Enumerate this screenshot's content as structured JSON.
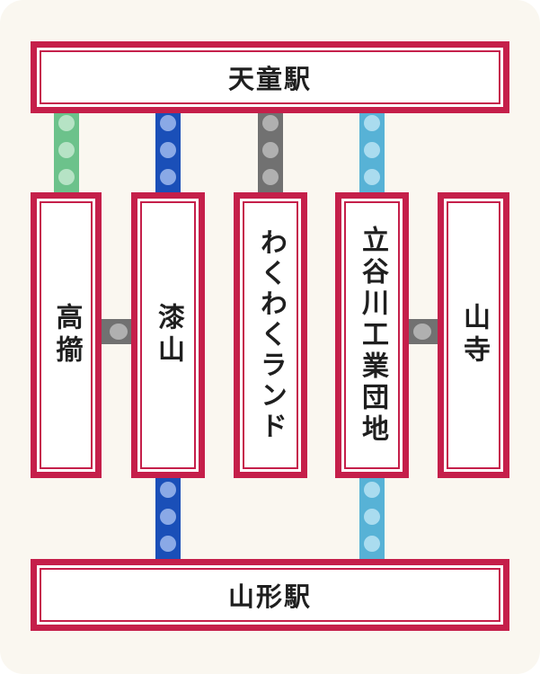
{
  "stations": {
    "tendo": "天童駅",
    "yamagata": "山形駅",
    "takatama": "高擶",
    "urushiyama": "漆山",
    "wakuwaku": "わくわくランド",
    "tachiyagawa": "立谷川工業団地",
    "yamadera": "山寺"
  },
  "colors": {
    "border": "#c51f4a",
    "green": "#6cc28b",
    "blue": "#1a4fb8",
    "gray": "#717171",
    "lightblue": "#57b2d6",
    "connector": "#717171"
  }
}
